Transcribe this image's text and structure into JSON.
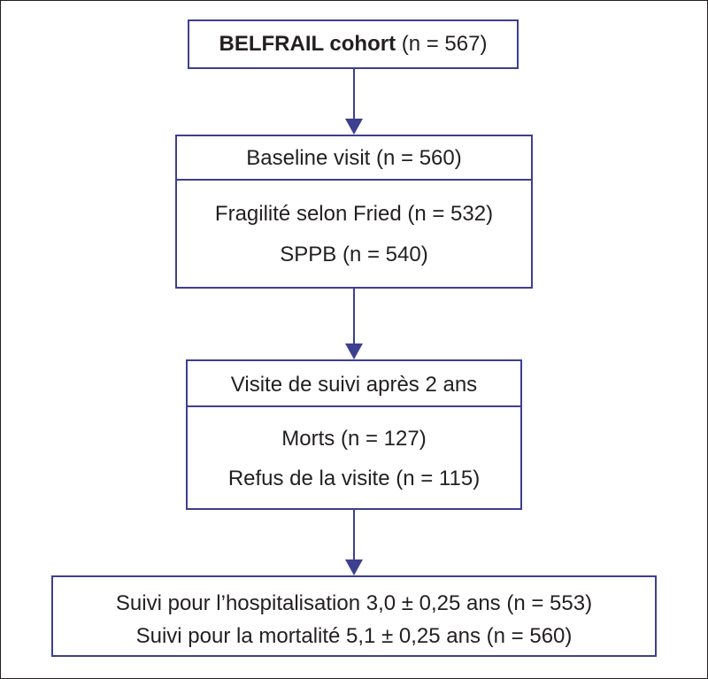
{
  "diagram": {
    "cohort": {
      "name": "BELFRAIL cohort",
      "count": " (n = 567)"
    },
    "baseline": {
      "title": "Baseline visit (n = 560)",
      "lines": [
        "Fragilité selon Fried (n = 532)",
        "SPPB (n = 540)"
      ]
    },
    "followup": {
      "title": "Visite de suivi après 2 ans",
      "lines": [
        "Morts (n = 127)",
        "Refus de la visite (n = 115)"
      ]
    },
    "suivi": {
      "lines": [
        "Suivi pour l’hospitalisation 3,0 ± 0,25 ans (n = 553)",
        "Suivi pour la mortalité 5,1 ± 0,25 ans (n = 560)"
      ]
    },
    "colors": {
      "box_border": "#3d3f8f",
      "arrow": "#3d3f8f",
      "text": "#231f20"
    }
  }
}
